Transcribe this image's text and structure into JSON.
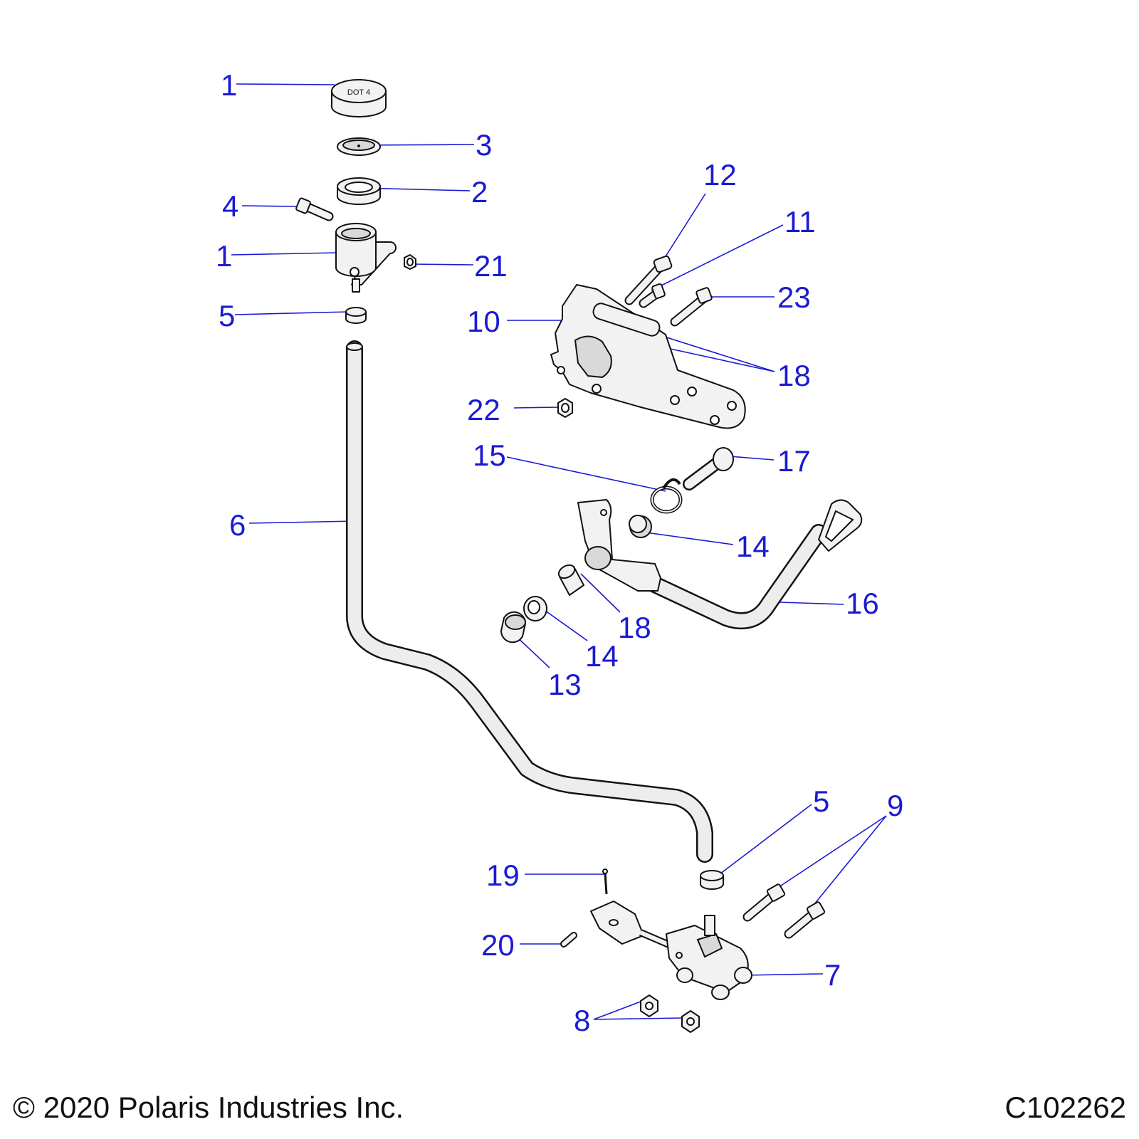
{
  "callouts": {
    "c1a": "1",
    "c3": "3",
    "c2": "2",
    "c4": "4",
    "c1b": "1",
    "c21": "21",
    "c5a": "5",
    "c12": "12",
    "c11": "11",
    "c23": "23",
    "c10": "10",
    "c18a": "18",
    "c22": "22",
    "c15": "15",
    "c17": "17",
    "c6": "6",
    "c14a": "14",
    "c16": "16",
    "c18b": "18",
    "c14b": "14",
    "c13": "13",
    "c5b": "5",
    "c9": "9",
    "c19": "19",
    "c20": "20",
    "c7": "7",
    "c8": "8"
  },
  "reservoir_cap_text": "DOT 4",
  "footer": {
    "copyright": "© 2020 Polaris Industries Inc.",
    "figure_id": "C102262"
  }
}
